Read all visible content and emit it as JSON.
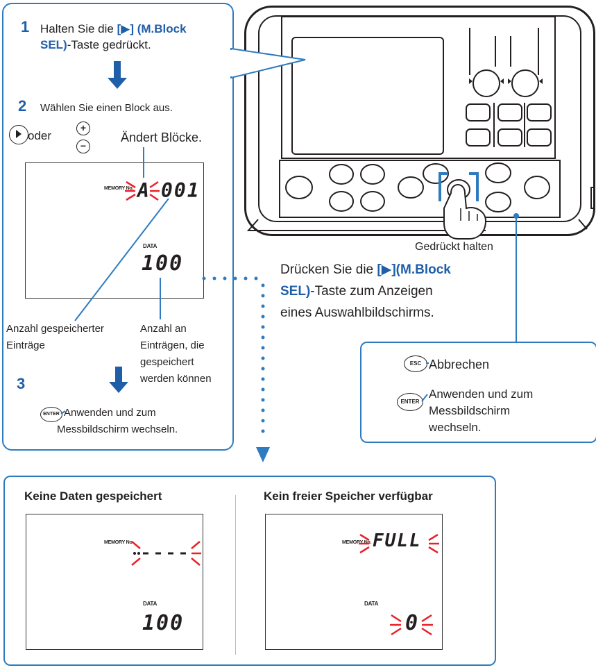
{
  "steps": {
    "step1": {
      "num": "1",
      "pre": "Halten Sie die ",
      "key": "[▶] (M.Block",
      "key2": "SEL)",
      "post": "-Taste gedrückt."
    },
    "step2": {
      "num": "2",
      "text": "Wählen Sie einen Block aus."
    },
    "oder": "oder",
    "changes_blocks": "Ändert Blöcke.",
    "step3": {
      "num": "3",
      "enter_key": "ENTER",
      "line1": "Anwenden und zum",
      "line2": "Messbildschirm wechseln."
    }
  },
  "lcd_main": {
    "memory_label": "MEMORY No.",
    "block_char": "A",
    "memory_value": "001",
    "data_label": "DATA",
    "data_value": "100"
  },
  "annotations": {
    "stored_entries": [
      "Anzahl gespeicherter",
      "Einträge"
    ],
    "storable_entries": [
      "Anzahl an",
      "Einträgen, die",
      "gespeichert",
      "werden können"
    ]
  },
  "device": {
    "hold_label": "Gedrückt halten"
  },
  "press_text": {
    "pre": "Drücken Sie die ",
    "key": "[▶](M.Block",
    "key2": "SEL)",
    "post": "-Taste zum Anzeigen",
    "line3": "eines Auswahlbildschirms."
  },
  "callout": {
    "esc_key": "ESC",
    "cancel": "Abbrechen",
    "enter_key": "ENTER",
    "apply": [
      "Anwenden und zum",
      "Messbildschirm",
      "wechseln."
    ]
  },
  "bottom": {
    "left_title": "Keine Daten gespeichert",
    "left_memory_label": "MEMORY No.",
    "left_data_label": "DATA",
    "left_data_value": "100",
    "right_title": "Kein freier Speicher verfügbar",
    "right_memory_label": "MEMORY No.",
    "right_memory_value": "FULL",
    "right_data_label": "DATA",
    "right_data_value": "0"
  },
  "colors": {
    "accent": "#2e7bbf",
    "blink": "#e8202a",
    "text": "#231f20"
  }
}
